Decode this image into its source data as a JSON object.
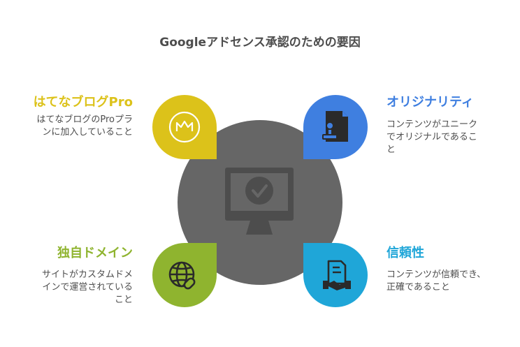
{
  "title": "Googleアドセンス承認のための要因",
  "center": {
    "icon": "monitor-check-icon"
  },
  "factors": {
    "top_left": {
      "heading": "はてなブログPro",
      "lines": [
        "はてなブログのProプラ",
        "ンに加入していること"
      ],
      "color": "#dcc21a",
      "icon": "crown-icon"
    },
    "top_right": {
      "heading": "オリジナリティ",
      "lines": [
        "コンテンツがユニーク",
        "でオリジナルであるこ",
        "と"
      ],
      "color": "#3f7fe0",
      "icon": "document-stamp-icon"
    },
    "bottom_left": {
      "heading": "独自ドメイン",
      "lines": [
        "サイトがカスタムドメ",
        "インで運営されている",
        "こと"
      ],
      "color": "#8fb42f",
      "icon": "globe-link-icon"
    },
    "bottom_right": {
      "heading": "信頼性",
      "lines": [
        "コンテンツが信頼でき、",
        "正確であること"
      ],
      "color": "#1fa6d8",
      "icon": "contract-handshake-icon"
    }
  }
}
